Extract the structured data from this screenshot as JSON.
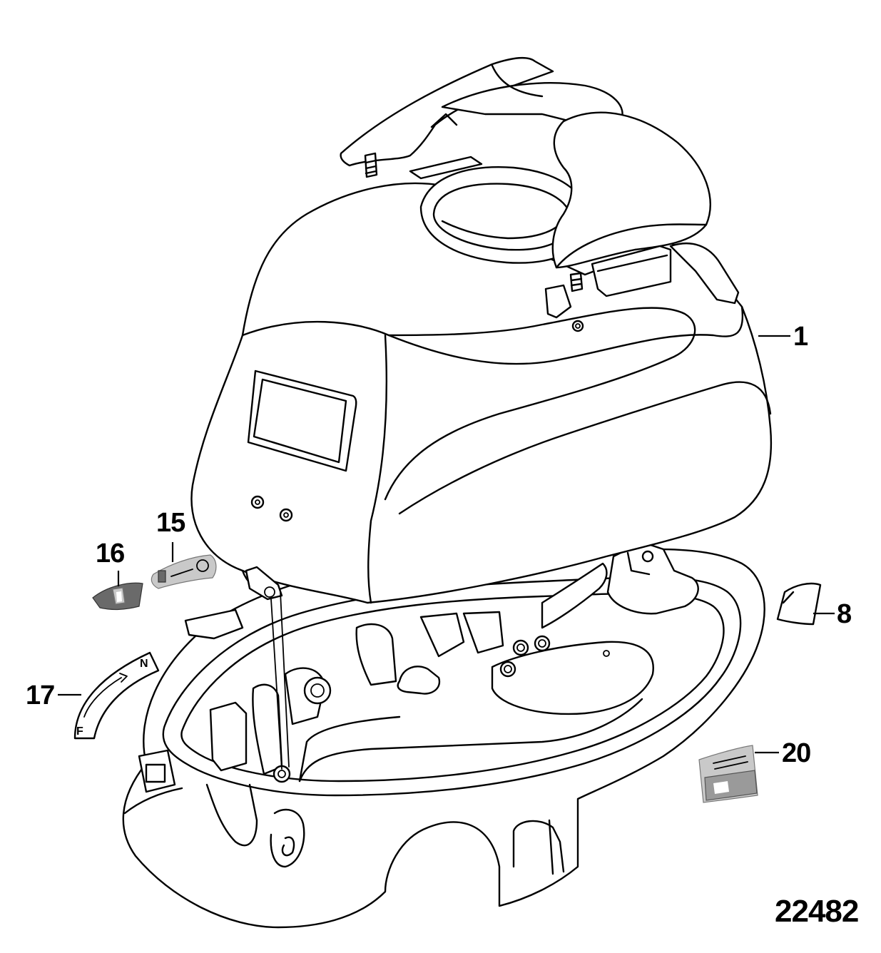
{
  "callouts": [
    {
      "id": "1",
      "label": "1"
    },
    {
      "id": "8",
      "label": "8"
    },
    {
      "id": "15",
      "label": "15"
    },
    {
      "id": "16",
      "label": "16"
    },
    {
      "id": "17",
      "label": "17"
    },
    {
      "id": "20",
      "label": "20"
    }
  ],
  "drawing_code": "22482",
  "decals": {
    "shift": {
      "forward": "F",
      "neutral": "N"
    }
  }
}
